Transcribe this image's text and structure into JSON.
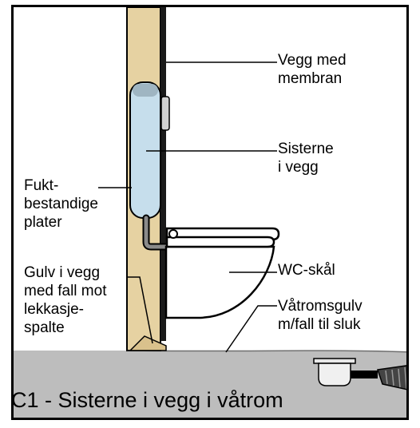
{
  "labels": {
    "wall_membrane": "Vegg med\nmembran",
    "cistern": "Sisterne\ni vegg",
    "moisture_boards": "Fukt-\nbestandige\nplater",
    "floor_in_wall": "Gulv i vegg\nmed fall mot\nlekkasje-\nspalte",
    "wc_bowl": "WC-skål",
    "wetroom_floor": "Våtromsgulv\nm/fall til sluk"
  },
  "caption": "C1 - Sisterne i vegg i våtrom",
  "colors": {
    "wall_panel": "#e6d2a2",
    "cistern": "#c6deec",
    "floor": "#bdbdbd",
    "outline": "#000000",
    "pipe": "#8a8a8a"
  }
}
